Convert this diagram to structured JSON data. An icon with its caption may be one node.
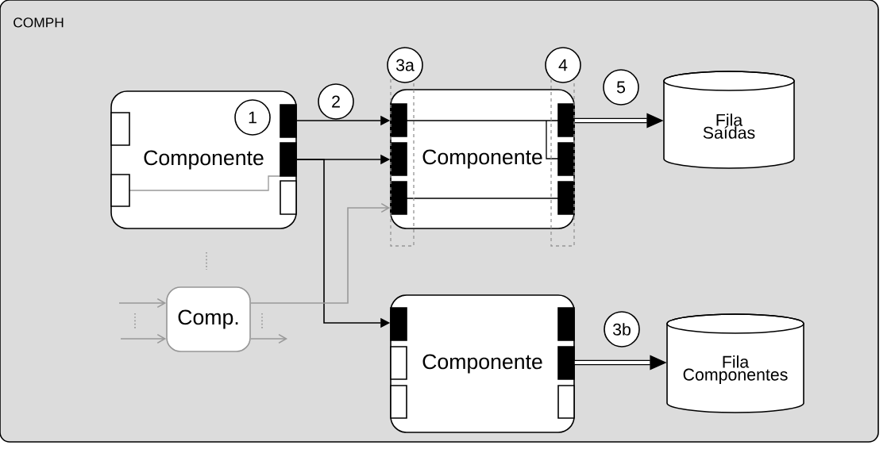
{
  "diagram": {
    "nodes": [
      {
        "text": [
          "COMPH"
        ]
      },
      {
        "text": [
          "Componente"
        ],
        "in": 0
      },
      {
        "text": [
          "Componente"
        ],
        "in": 0
      },
      {
        "text": [
          "Fila Saídas"
        ],
        "in": 0
      },
      {
        "text": [
          "Comp."
        ],
        "in": 0
      },
      {
        "text": [
          "Componente"
        ],
        "in": 0
      },
      {
        "text": [
          "Fila Componentes"
        ],
        "in": 0
      },
      {
        "text": [
          "1"
        ],
        "in": 1
      },
      {
        "text": [
          "2"
        ],
        "in": 0
      },
      {
        "text": [
          "3a"
        ],
        "in": 0
      },
      {
        "text": [
          "4"
        ],
        "in": 0
      },
      {
        "text": [
          "5"
        ],
        "in": 0
      },
      {
        "text": [
          "3b"
        ],
        "in": 0
      }
    ],
    "edges": [
      {
        "from": 1,
        "to": 2,
        "arrow": "to"
      },
      {
        "from": 1,
        "to": 2,
        "arrow": "to"
      },
      {
        "from": 1,
        "to": 5,
        "arrow": "to"
      },
      {
        "from": 4,
        "to": 2,
        "arrow": "to",
        "color": "#999999"
      },
      {
        "from": 2,
        "to": 3,
        "arrow": "to",
        "style": "thick"
      },
      {
        "from": 5,
        "to": 6,
        "arrow": "to",
        "style": "thick"
      },
      {
        "from": null,
        "to": 4,
        "arrow": "to",
        "color": "#999999"
      },
      {
        "from": null,
        "to": 4,
        "arrow": "to",
        "color": "#999999"
      },
      {
        "from": 4,
        "to": null,
        "arrow": "to",
        "color": "#999999"
      }
    ]
  }
}
